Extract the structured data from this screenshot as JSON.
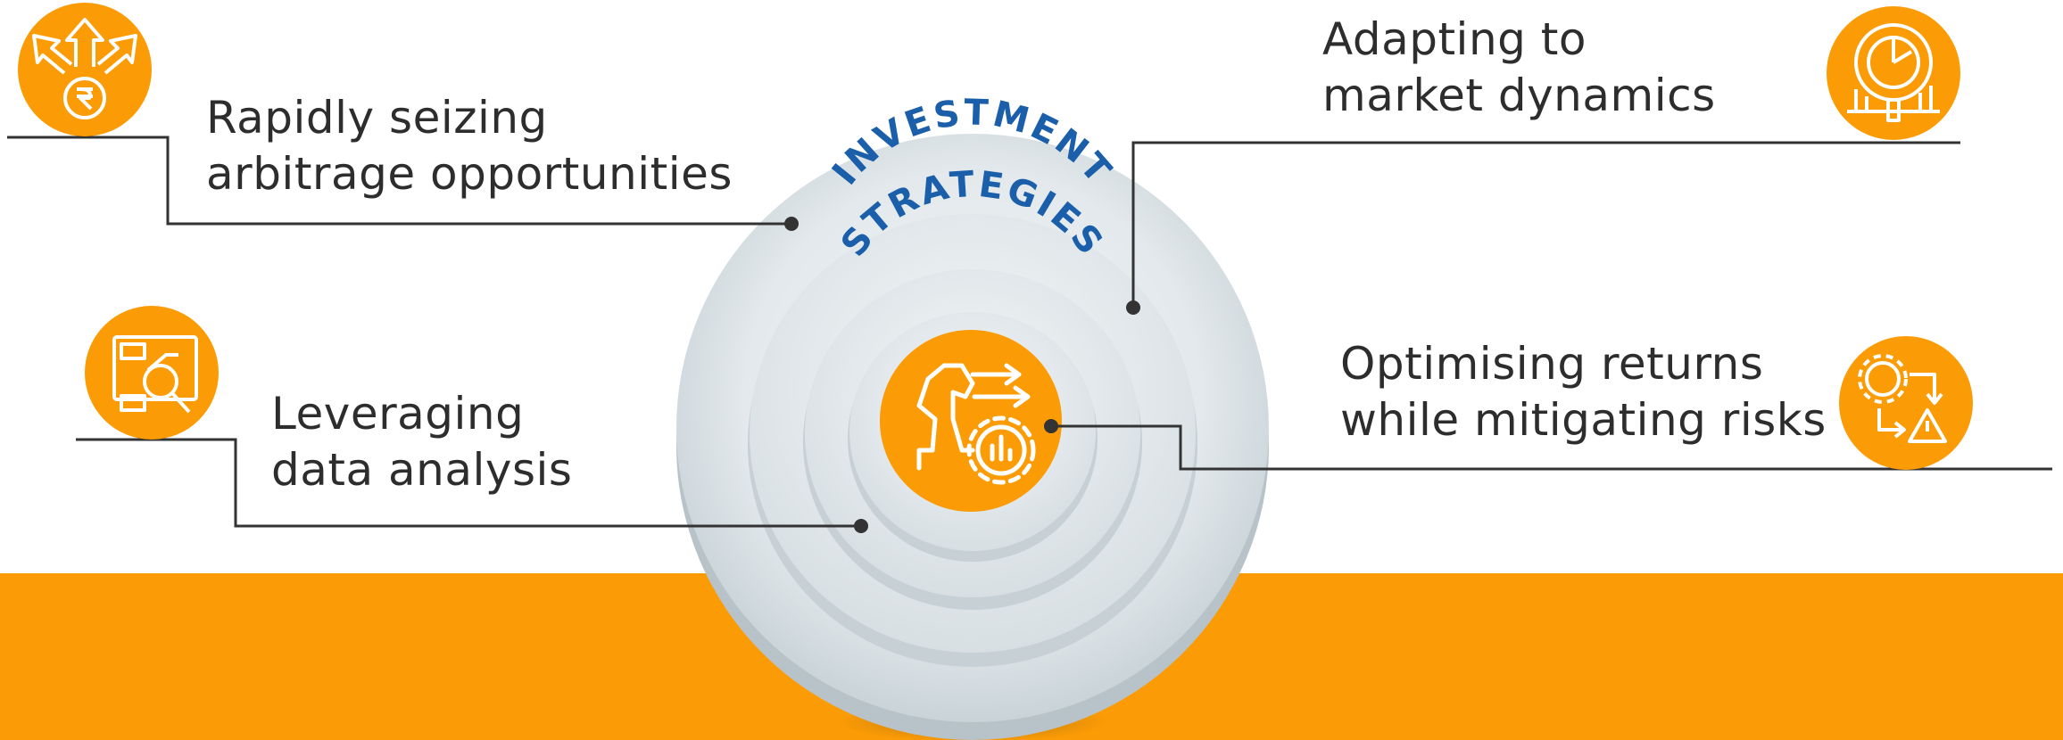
{
  "diagram": {
    "center_title": {
      "line1": "INVESTMENT",
      "line2": "STRATEGIES"
    },
    "items": [
      {
        "id": "arbitrage",
        "line1": "Rapidly seizing",
        "line2": "arbitrage opportunities",
        "icon": "rupee-arrows-icon"
      },
      {
        "id": "market",
        "line1": "Adapting to",
        "line2": "market dynamics",
        "icon": "market-analysis-icon"
      },
      {
        "id": "returns",
        "line1": "Optimising returns",
        "line2": "while mitigating risks",
        "icon": "gear-risk-icon"
      },
      {
        "id": "data",
        "line1": "Leveraging",
        "line2": "data analysis",
        "icon": "data-analysis-icon"
      }
    ],
    "center_icon": "chess-knight-gear-icon"
  },
  "colors": {
    "accent": "#fb9b05",
    "title_blue": "#1b5faa",
    "text": "#2d2d2d",
    "connector": "#333333",
    "disc": "#dde4e8"
  }
}
